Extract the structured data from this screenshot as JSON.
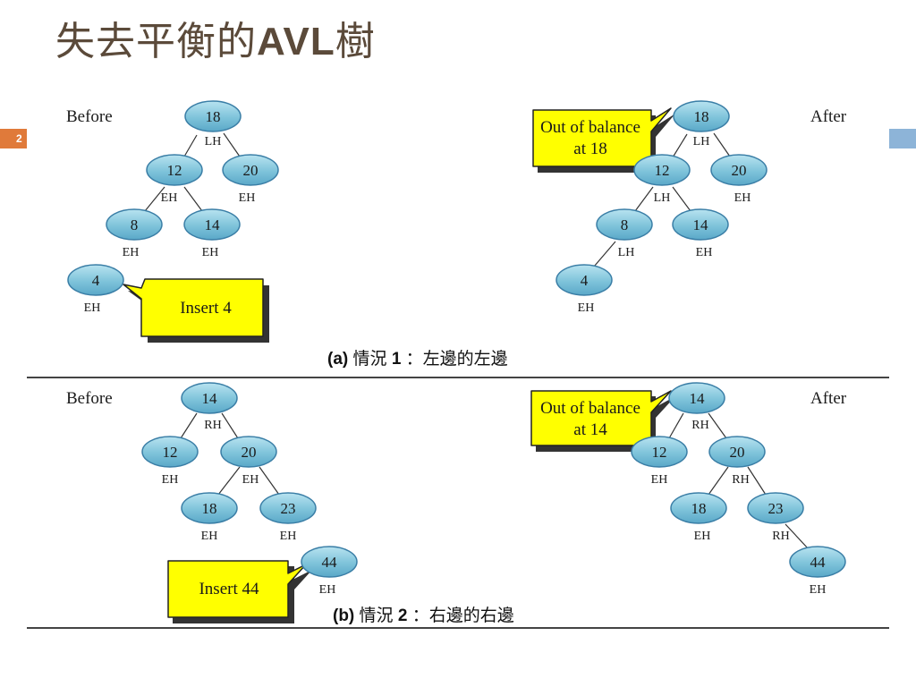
{
  "slide": {
    "title_zh_1": "失去平衡的",
    "title_en": "AVL",
    "title_zh_2": "樹",
    "page_number": "2"
  },
  "colors": {
    "node_fill": "#7ec3da",
    "node_stroke": "#3a7ea6",
    "callout_fill": "#ffff00",
    "shadow": "#333333"
  },
  "panel_a": {
    "before_label": "Before",
    "after_label": "After",
    "insert_callout": "Insert 4",
    "out_callout_line1": "Out of balance",
    "out_callout_line2": "at 18",
    "caption_tag": "(a)",
    "caption_zh1": "情況",
    "caption_num": "1",
    "caption_zh2": "：左邊的左邊",
    "before_nodes": [
      {
        "id": "18",
        "bal": "LH"
      },
      {
        "id": "12",
        "bal": "EH"
      },
      {
        "id": "20",
        "bal": "EH"
      },
      {
        "id": "8",
        "bal": "EH"
      },
      {
        "id": "14",
        "bal": "EH"
      },
      {
        "id": "4",
        "bal": "EH"
      }
    ],
    "after_nodes": [
      {
        "id": "18",
        "bal": "LH"
      },
      {
        "id": "12",
        "bal": "LH"
      },
      {
        "id": "20",
        "bal": "EH"
      },
      {
        "id": "8",
        "bal": "LH"
      },
      {
        "id": "14",
        "bal": "EH"
      },
      {
        "id": "4",
        "bal": "EH"
      }
    ]
  },
  "panel_b": {
    "before_label": "Before",
    "after_label": "After",
    "insert_callout": "Insert 44",
    "out_callout_line1": "Out of balance",
    "out_callout_line2": "at 14",
    "caption_tag": "(b)",
    "caption_zh1": "情況",
    "caption_num": "2",
    "caption_zh2": "：右邊的右邊",
    "before_nodes": [
      {
        "id": "14",
        "bal": "RH"
      },
      {
        "id": "12",
        "bal": "EH"
      },
      {
        "id": "20",
        "bal": "EH"
      },
      {
        "id": "18",
        "bal": "EH"
      },
      {
        "id": "23",
        "bal": "EH"
      },
      {
        "id": "44",
        "bal": "EH"
      }
    ],
    "after_nodes": [
      {
        "id": "14",
        "bal": "RH"
      },
      {
        "id": "12",
        "bal": "EH"
      },
      {
        "id": "20",
        "bal": "RH"
      },
      {
        "id": "18",
        "bal": "EH"
      },
      {
        "id": "23",
        "bal": "RH"
      },
      {
        "id": "44",
        "bal": "EH"
      }
    ]
  }
}
